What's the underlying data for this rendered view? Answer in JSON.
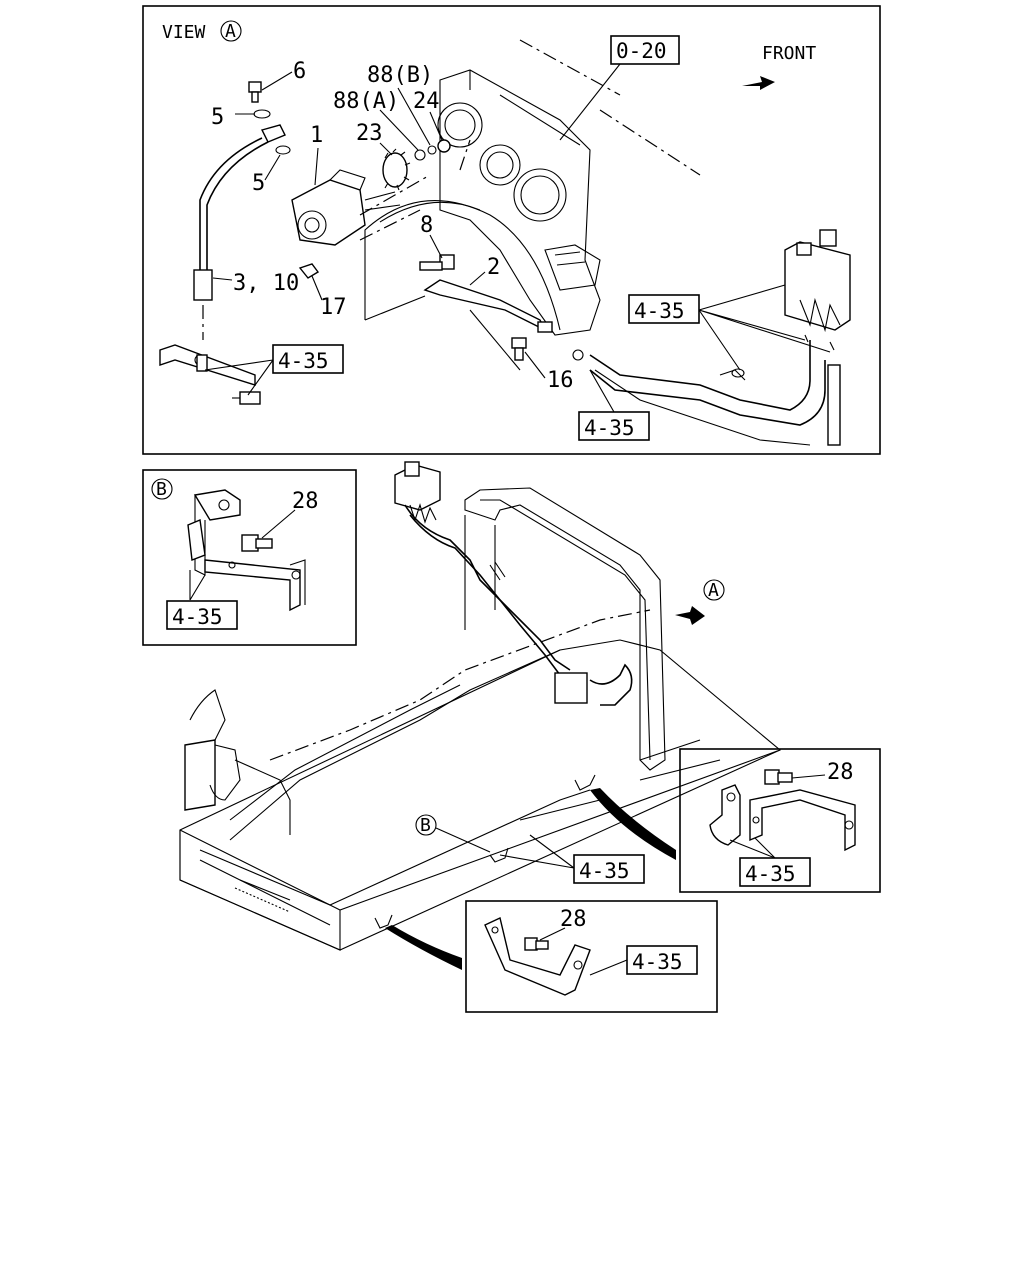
{
  "view_a": {
    "title": "VIEW",
    "title_letter": "A",
    "front_label": "FRONT",
    "ref_box_engine": "0-20",
    "ref_box_tank": "4-35",
    "ref_box_bracket": "4-35",
    "ref_box_pipe": "4-35",
    "callouts": {
      "c6": "6",
      "c5a": "5",
      "c5b": "5",
      "c1": "1",
      "c23": "23",
      "c88a": "88(A)",
      "c88b": "88(B)",
      "c24": "24",
      "c8": "8",
      "c2": "2",
      "c310": "3, 10",
      "c17": "17",
      "c16": "16"
    }
  },
  "view_b": {
    "letter": "B",
    "callout": "28",
    "ref_box": "4-35"
  },
  "main": {
    "marker_a": "A",
    "marker_b": "B",
    "ref_box_frame": "4-35"
  },
  "detail_right": {
    "callout": "28",
    "ref_box": "4-35"
  },
  "detail_bottom": {
    "callout": "28",
    "ref_box": "4-35"
  }
}
